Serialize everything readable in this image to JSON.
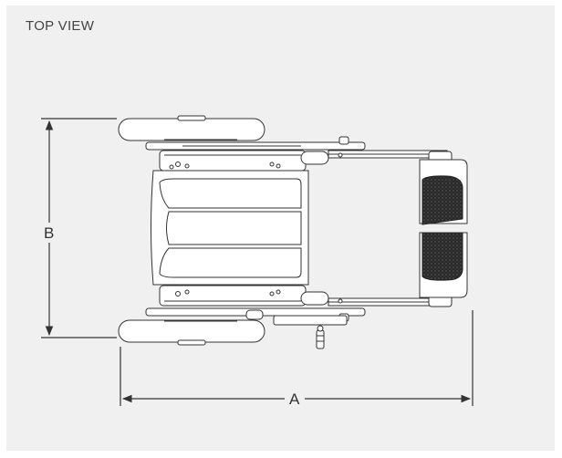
{
  "view_title": "TOP VIEW",
  "dimensions": {
    "a_label": "A",
    "b_label": "B"
  },
  "colors": {
    "panel_background": "#f0f0f0",
    "line": "#333333",
    "footrest_pad": "#2a2a2a"
  },
  "subject": "wheelchair-top-view"
}
